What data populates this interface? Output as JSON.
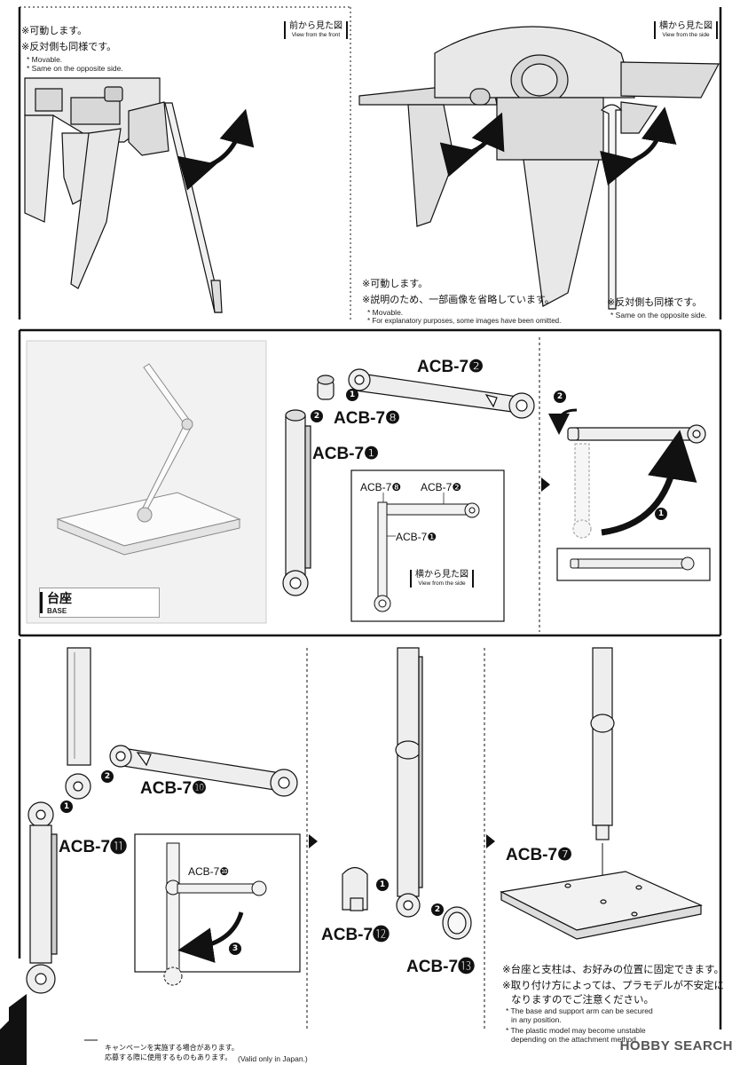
{
  "panel1": {
    "movable_jp": "※可動します。",
    "opposite_jp": "※反対側も同様です。",
    "movable_en": "* Movable.",
    "opposite_en": "* Same on the opposite side.",
    "view_front_jp": "前から見た図",
    "view_front_en": "View from the front"
  },
  "panel2": {
    "view_side_jp": "横から見た図",
    "view_side_en": "View from the side",
    "movable_jp": "※可動します。",
    "explain_jp": "※説明のため、一部画像を省略しています。",
    "movable_en": "* Movable.",
    "explain_en": "* For explanatory purposes, some images have been omitted.",
    "opposite_jp": "※反対側も同様です。",
    "opposite_en": "* Same on the opposite side."
  },
  "panel3": {
    "base_jp": "台座",
    "base_en": "BASE",
    "part_72": "ACB-7❷",
    "part_78": "ACB-7❽",
    "part_71": "ACB-7❶",
    "inset_78": "ACB-7❽",
    "inset_72": "ACB-7❷",
    "inset_71": "ACB-7❶",
    "inset_view_jp": "横から見た図",
    "inset_view_en": "View from the side",
    "step1": "1",
    "step2": "2"
  },
  "panel4": {
    "part_710": "ACB-7❿",
    "part_711": "ACB-7⓫",
    "inset_710": "ACB-7❿",
    "part_712": "ACB-7⓬",
    "part_713": "ACB-7⓭",
    "part_77": "ACB-7❼",
    "step1": "1",
    "step2": "2",
    "step3": "3",
    "fix_jp": "※台座と支柱は、お好みの位置に固定できます。",
    "warn_jp1": "※取り付け方によっては、プラモデルが不安定に",
    "warn_jp2": "なりますのでご注意ください。",
    "fix_en1": "* The base and support arm can be secured",
    "fix_en2": "in any position.",
    "warn_en1": "* The plastic model may become unstable",
    "warn_en2": "depending on the attachment method."
  },
  "footer": {
    "campaign_jp1": "キャンペーンを実施する場合があります。",
    "campaign_jp2": "応募する際に使用するものもあります。",
    "japan_only": "(Valid only in Japan.)",
    "logo_text": "HOBBY SEARCH"
  },
  "colors": {
    "line": "#111111",
    "fill": "#e8e8e8",
    "photo_bg": "#f2f2f2"
  }
}
